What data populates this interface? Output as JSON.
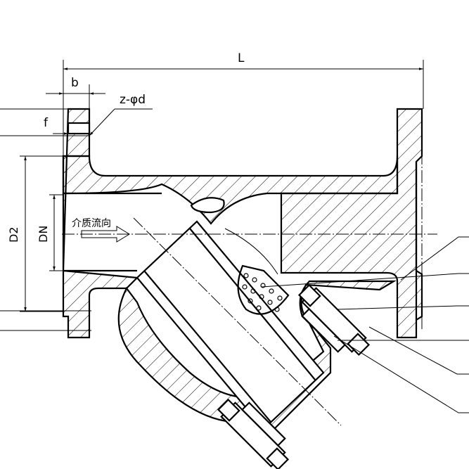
{
  "labels": {
    "length": "L",
    "flange_thickness": "b",
    "bolt_holes": "z-φd",
    "raised_face": "f",
    "bolt_circle_diameter": "D2",
    "nominal_diameter": "DN",
    "flow_direction": "介质流向"
  },
  "colors": {
    "line": "#000000",
    "background": "#ffffff"
  }
}
